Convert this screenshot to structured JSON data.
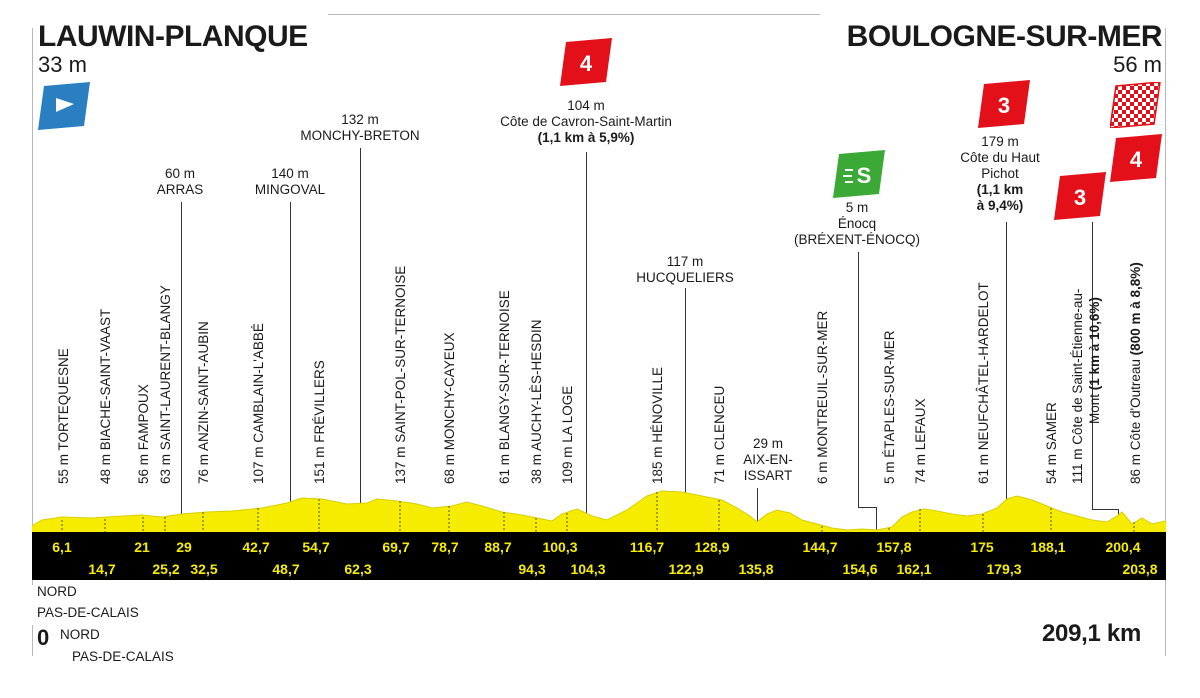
{
  "start": {
    "name": "LAUWIN-PLANQUE",
    "alt": "33 m"
  },
  "finish": {
    "name": "BOULOGNE-SUR-MER",
    "alt": "56 m"
  },
  "categories": {
    "c4": "4",
    "c3": "3",
    "sprint": "S"
  },
  "top_labels": {
    "arras": {
      "alt": "60 m",
      "name": "ARRAS"
    },
    "mingoval": {
      "alt": "140 m",
      "name": "MINGOVAL"
    },
    "monchy_breton": {
      "alt": "132 m",
      "name": "MONCHY-BRETON"
    },
    "cavron": {
      "alt": "104 m",
      "name": "Côte de Cavron-Saint-Martin",
      "detail": "(1,1 km à 5,9%)"
    },
    "hucqueliers": {
      "alt": "117 m",
      "name": "HUCQUELIERS"
    },
    "aix": {
      "alt": "29 m",
      "name1": "AIX-EN-",
      "name2": "ISSART"
    },
    "enocq": {
      "alt": "5 m",
      "name1": "Énocq",
      "name2": "(BRÉXENT-ÉNOCQ)"
    },
    "haut_pichot": {
      "alt": "179 m",
      "name1": "Côte du Haut",
      "name2": "Pichot",
      "detail1": "(1,1 km",
      "detail2": "à 9,4%)"
    }
  },
  "rotated_labels": {
    "tortequesne": "55 m TORTEQUESNE",
    "biache": "48 m BIACHE-SAINT-VAAST",
    "fampoux": "56 m FAMPOUX",
    "st_laurent": "63 m SAINT-LAURENT-BLANGY",
    "anzin": "76 m ANZIN-SAINT-AUBIN",
    "camblain": "107 m CAMBLAIN-L'ABBÉ",
    "frevillers": "151 m FRÉVILLERS",
    "st_pol": "137 m SAINT-POL-SUR-TERNOISE",
    "monchy_cayeux": "68 m MONCHY-CAYEUX",
    "blangy": "61 m BLANGY-SUR-TERNOISE",
    "auchy": "38 m AUCHY-LÈS-HESDIN",
    "la_loge": "109 m LA LOGE",
    "henoville": "185 m HÉNOVILLE",
    "clenceu": "71 m CLENCEU",
    "montreuil": "6 m MONTREUIL-SUR-MER",
    "etaples": "5 m ÉTAPLES-SUR-MER",
    "lefaux": "74 m LEFAUX",
    "neufchatel": "61 m NEUFCHÂTEL-HARDELOT",
    "samer": "54 m SAMER",
    "st_etienne_line1_alt": "111 m",
    "st_etienne_line1": "Côte de Saint-Étienne-au-",
    "st_etienne_line2a": "Mont",
    "st_etienne_line2b": "(1 km à 10,6%)",
    "outreau_alt": "86 m",
    "outreau_name": "Côte d'Outreau",
    "outreau_detail": "(800 m à 8,8%)"
  },
  "km_top": [
    "6,1",
    "21",
    "29",
    "42,7",
    "54,7",
    "69,7",
    "78,7",
    "88,7",
    "100,3",
    "116,7",
    "128,9",
    "144,7",
    "157,8",
    "175",
    "188,1",
    "200,4"
  ],
  "km_bottom": [
    "14,7",
    "25,2",
    "32,5",
    "48,7",
    "62,3",
    "94,3",
    "104,3",
    "122,9",
    "135,8",
    "154,6",
    "162,1",
    "179,3",
    "203,8"
  ],
  "departments": {
    "d1_line1": "NORD",
    "d1_line2": "PAS-DE-CALAIS",
    "d2_line1": "NORD",
    "d2_line2": "PAS-DE-CALAIS"
  },
  "zero": "0",
  "total_distance": "209,1 km",
  "colors": {
    "profile": "#f5ec00",
    "bar": "#000000",
    "km_text": "#f5ec00",
    "climb_flag": "#e3101a",
    "sprint_flag": "#3aa935",
    "start_flag": "#2a7fc1"
  }
}
